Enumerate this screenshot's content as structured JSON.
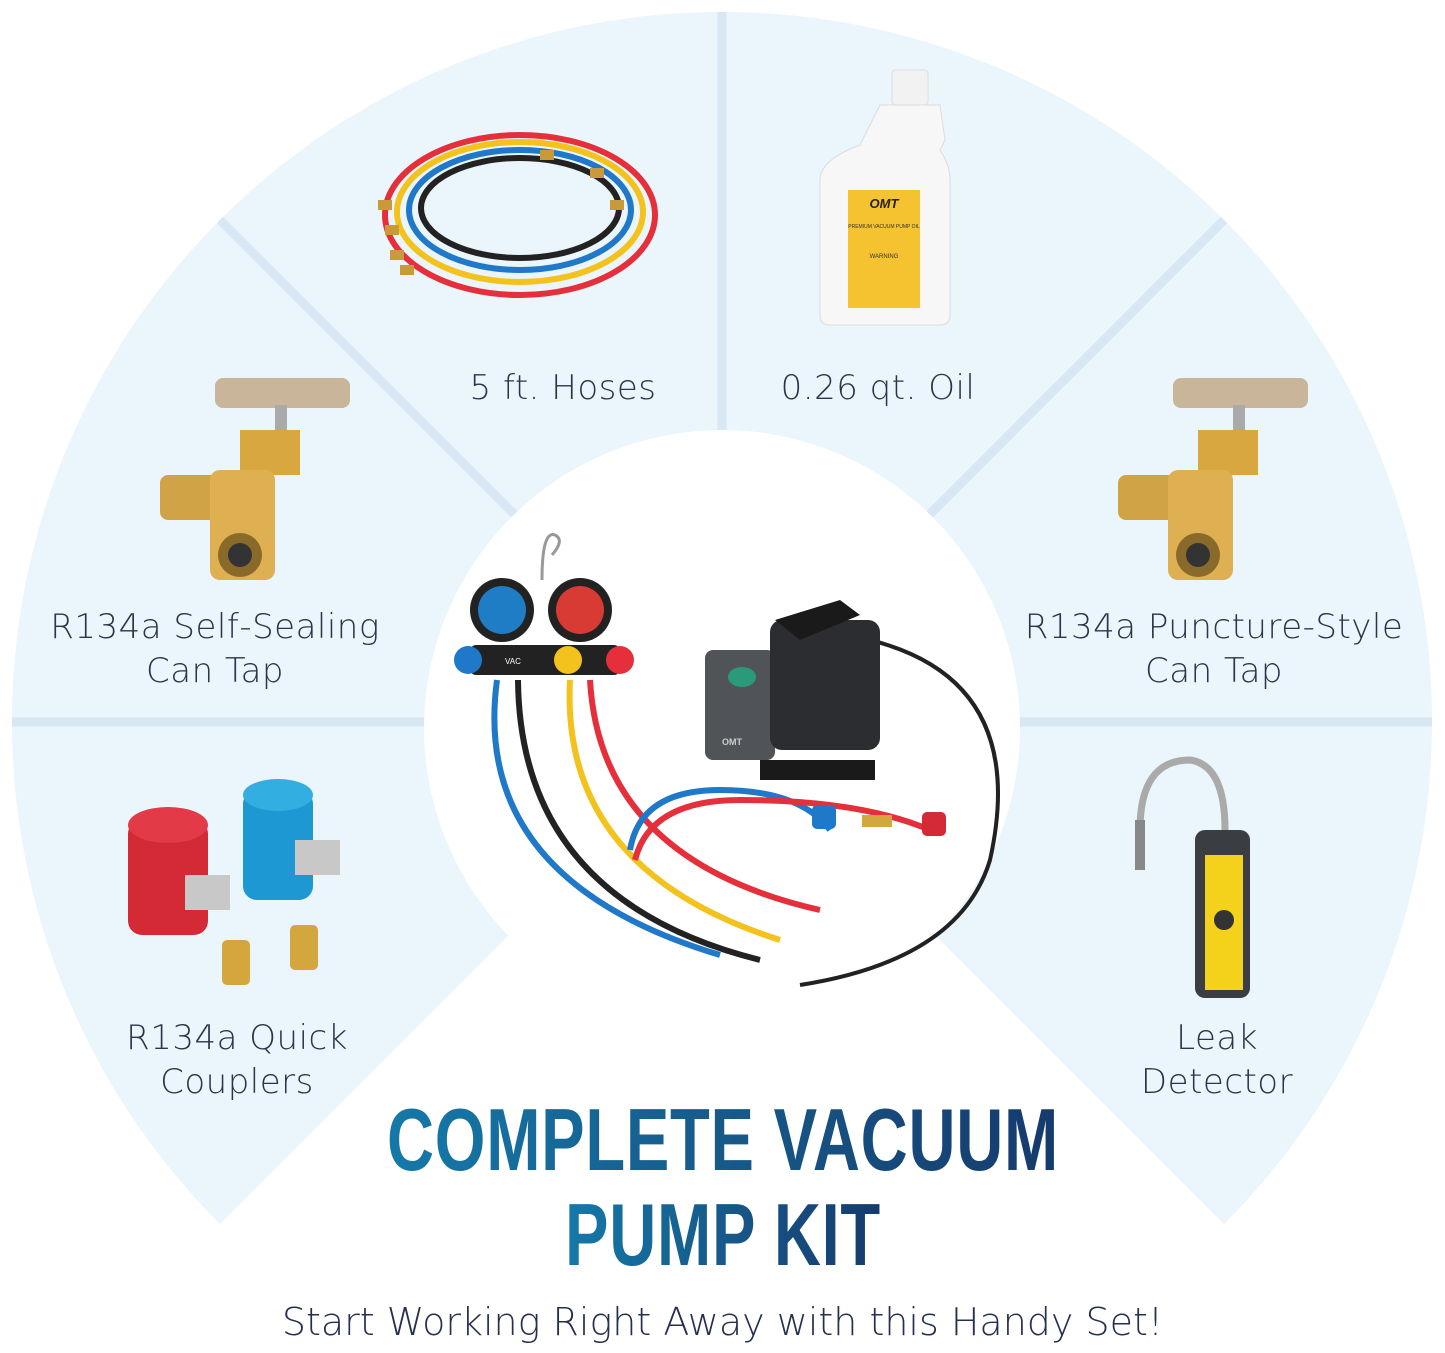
{
  "items": [
    {
      "id": "hoses",
      "lines": [
        "5 ft. Hoses"
      ],
      "icon": "hoses-icon"
    },
    {
      "id": "oil",
      "lines": [
        "0.26 qt. Oil"
      ],
      "icon": "oil-bottle-icon",
      "bottle_label": {
        "brand": "OMT",
        "product": "PREMIUM VACUUM PUMP OIL",
        "warning": "WARNING"
      }
    },
    {
      "id": "self-sealing-tap",
      "lines": [
        "R134a Self-Sealing",
        "Can Tap"
      ],
      "icon": "can-tap-icon"
    },
    {
      "id": "puncture-tap",
      "lines": [
        "R134a Puncture-Style",
        "Can Tap"
      ],
      "icon": "can-tap-icon"
    },
    {
      "id": "couplers",
      "lines": [
        "R134a Quick",
        "Couplers"
      ],
      "icon": "quick-couplers-icon"
    },
    {
      "id": "leak-detector",
      "lines": [
        "Leak",
        "Detector"
      ],
      "icon": "leak-detector-icon"
    }
  ],
  "center": {
    "icon": "vacuum-pump-manifold-icon",
    "pump_brand": "OMT",
    "manifold_label": "VAC"
  },
  "title": {
    "line1": "COMPLETE VACUUM",
    "line2": "PUMP KIT"
  },
  "subtitle": "Start Working Right Away with this Handy Set!",
  "colors": {
    "segment": "#eaf5fc",
    "divider": "#d7e8f4",
    "title_start": "#1579a8",
    "title_end": "#163a6c",
    "hose_red": "#e5303c",
    "hose_blue": "#1f78c8",
    "hose_yellow": "#f4c21c",
    "hose_black": "#222222",
    "brass": "#c99a3a"
  }
}
